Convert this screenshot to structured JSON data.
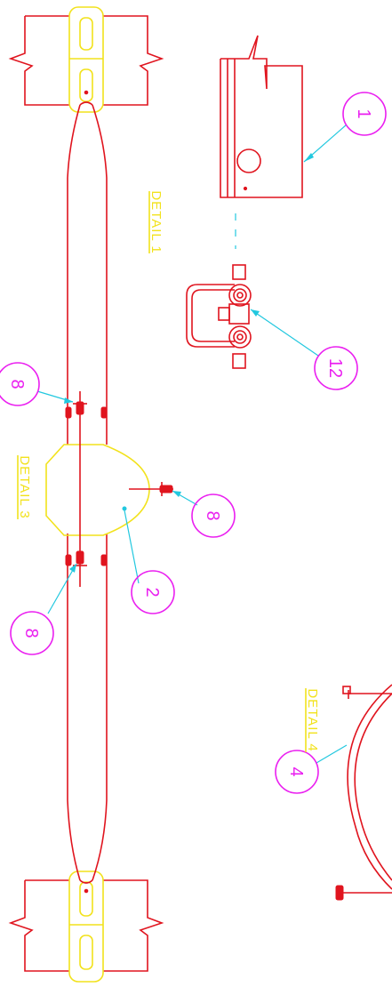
{
  "details": {
    "detail_1": "DETAIL 1",
    "detail_3": "DETAIL 3",
    "detail_4": "DETAIL 4"
  },
  "balloons": {
    "b1": "1",
    "b12": "12",
    "b8_top": "8",
    "b8_right": "8",
    "b8_bottom": "8",
    "b2": "2",
    "b4": "4"
  },
  "colors": {
    "line": "#e0141e",
    "highlight": "#f2e21c",
    "leader": "#22c8df",
    "balloon": "#ea1ff0",
    "background": "#ffffff"
  }
}
